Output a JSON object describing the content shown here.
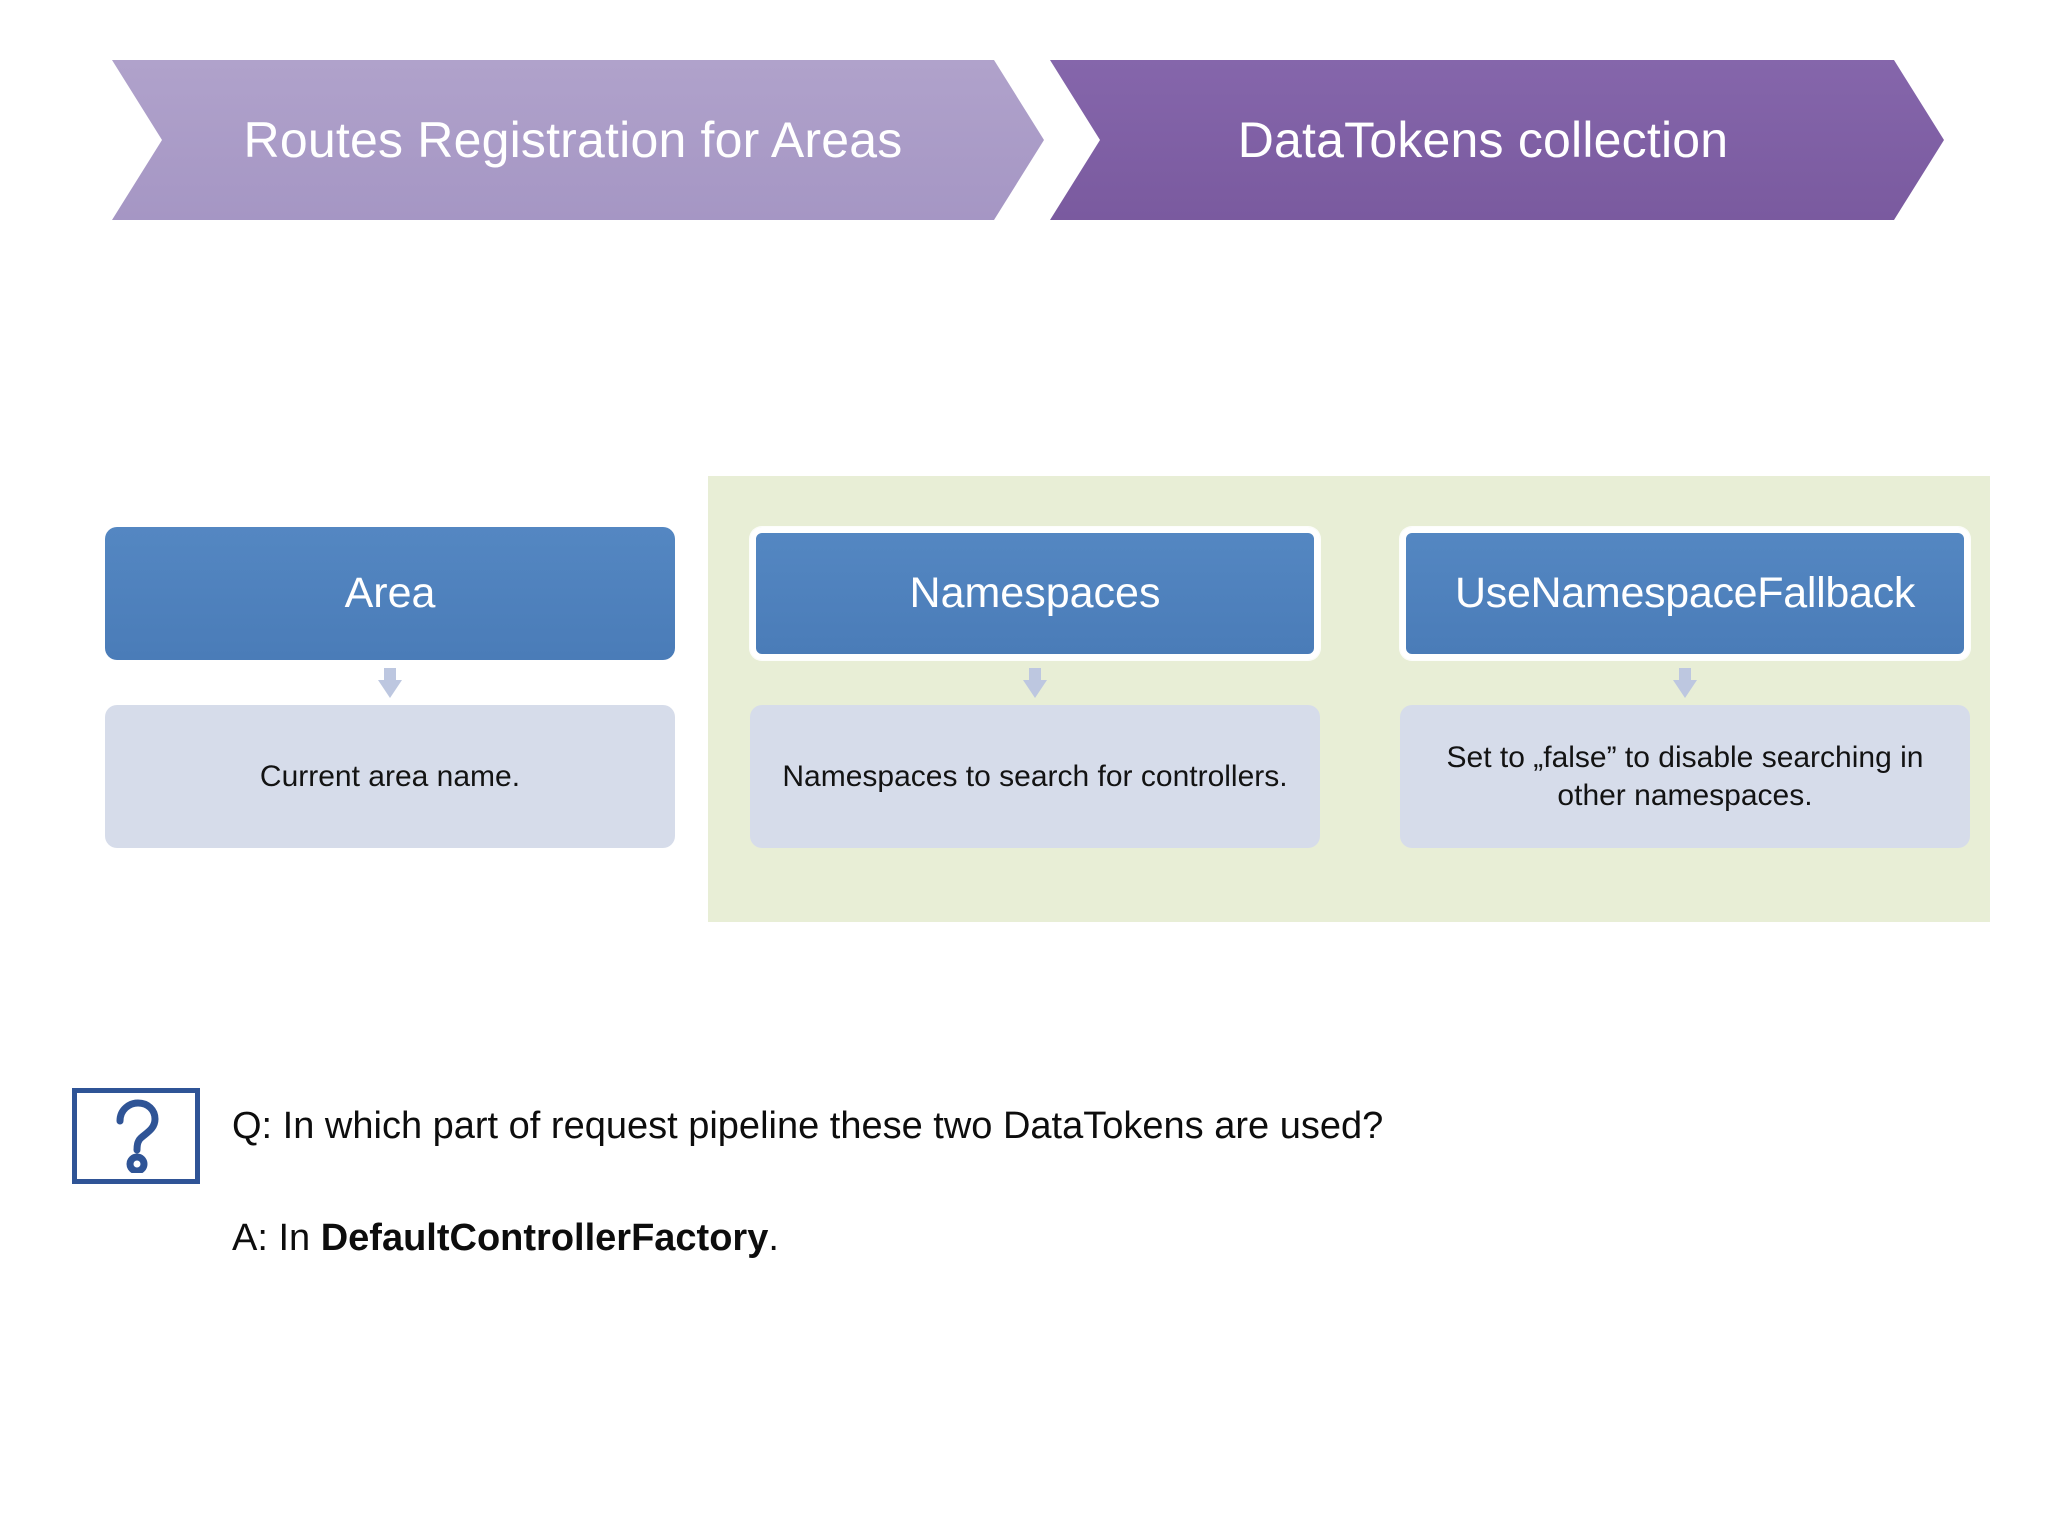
{
  "banner": {
    "steps": [
      {
        "label": "Routes Registration for Areas",
        "color": "#ab9cc8",
        "state": "previous"
      },
      {
        "label": "DataTokens collection",
        "color": "#7f5fa5",
        "state": "current"
      }
    ]
  },
  "colors": {
    "banner_prev": "#ab9cc8",
    "banner_current": "#7f5fa5",
    "title_box": "#4e81bd",
    "desc_box": "#d6dcea",
    "highlight_panel": "#e8eed6",
    "arrow": "#bdc7e0",
    "qa_icon_border": "#2f5496"
  },
  "diagram": {
    "highlight_panel_label": "datatokens-highlight-group",
    "columns": [
      {
        "id": "area",
        "title": "Area",
        "description": "Current area name.",
        "highlighted": false,
        "arrow_icon": "down-arrow-icon"
      },
      {
        "id": "namespaces",
        "title": "Namespaces",
        "description": "Namespaces to search for controllers.",
        "highlighted": true,
        "arrow_icon": "down-arrow-icon"
      },
      {
        "id": "use-namespace-fallback",
        "title": "UseNamespaceFallback",
        "description": "Set to „false” to disable searching in other namespaces.",
        "highlighted": true,
        "arrow_icon": "down-arrow-icon"
      }
    ]
  },
  "qa": {
    "icon": "question-mark-icon",
    "question": "Q: In which part of request pipeline these two DataTokens are used?",
    "answer_prefix": "A: In ",
    "answer_emphasis": "DefaultControllerFactory",
    "answer_suffix": "."
  }
}
